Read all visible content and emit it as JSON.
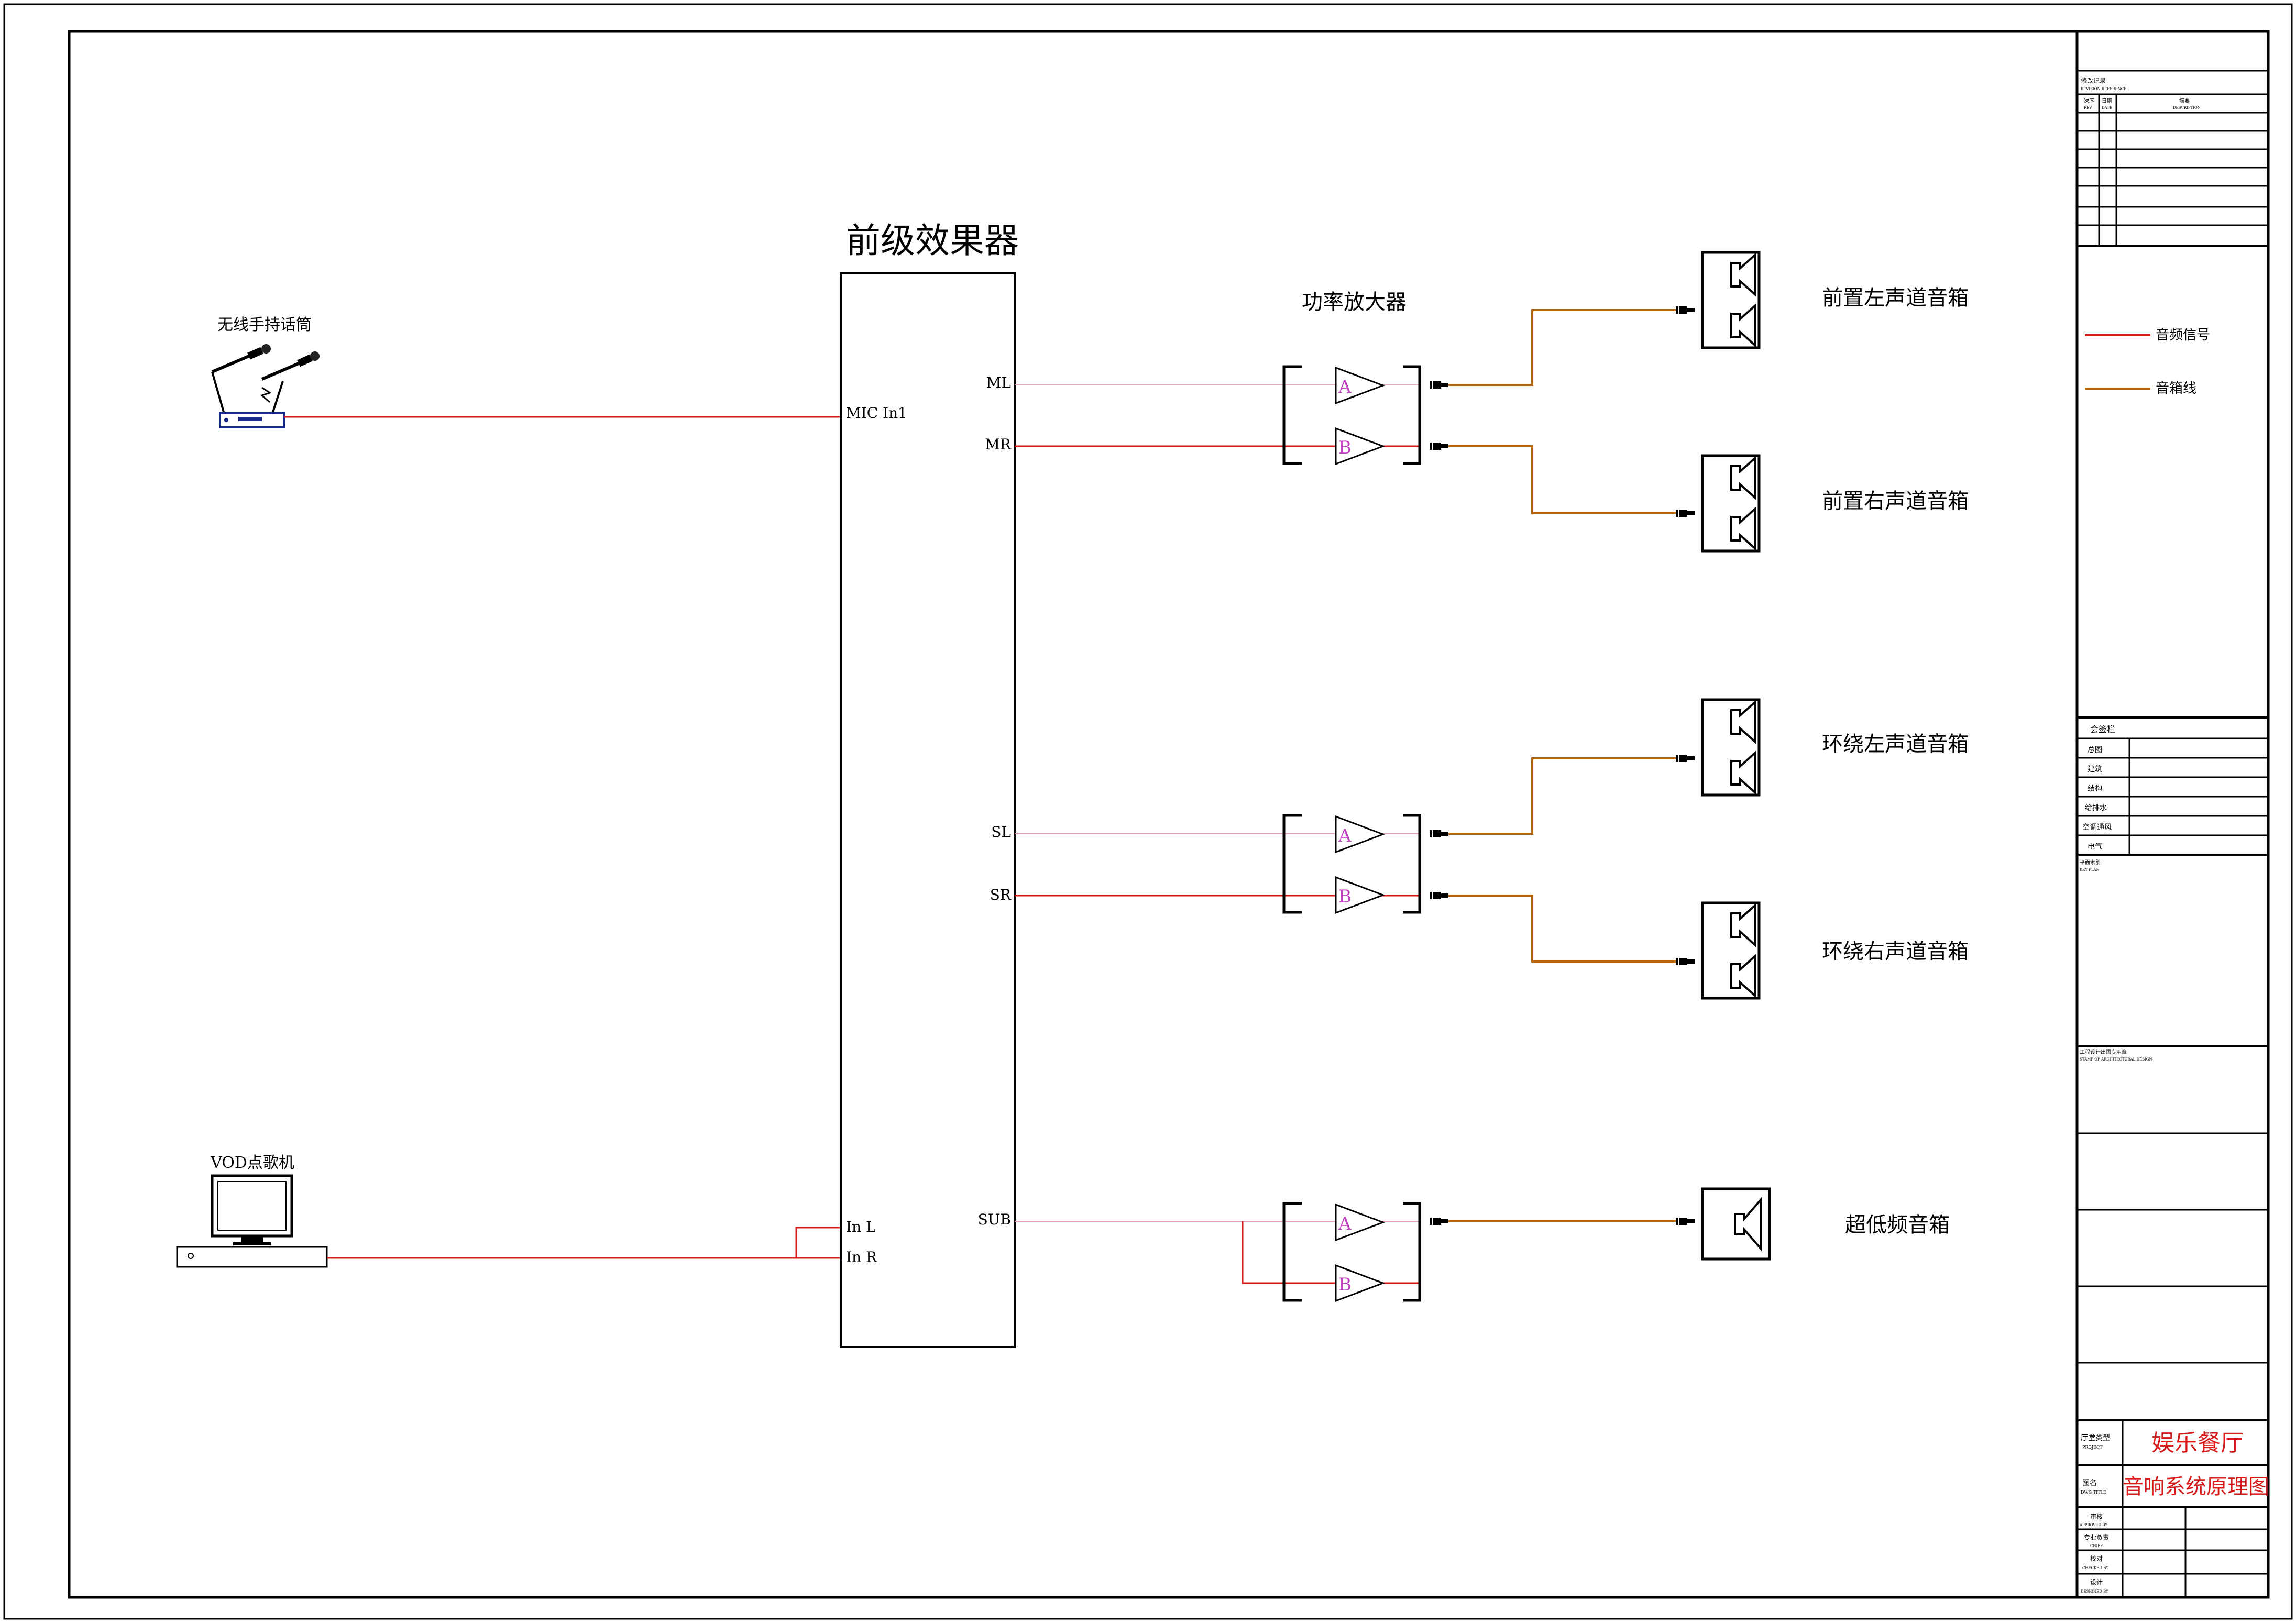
{
  "colors": {
    "audio_signal": "#d81b1b",
    "speaker_cable": "#b5670f",
    "thin_signal": "#e5a0b4",
    "line": "#000000",
    "title_red": "#d81b1b",
    "amp_label": "#c040c0"
  },
  "devices": {
    "mic": "无线手持话筒",
    "vod": "VOD点歌机",
    "preamp": "前级效果器",
    "amp": "功率放大器"
  },
  "preamp_ports": {
    "mic_in": "MIC In1",
    "in_l": "In L",
    "in_r": "In R",
    "ml": "ML",
    "mr": "MR",
    "sl": "SL",
    "sr": "SR",
    "sub": "SUB"
  },
  "amp_channels": {
    "a": "A",
    "b": "B"
  },
  "speakers": {
    "front_left": "前置左声道音箱",
    "front_right": "前置右声道音箱",
    "surround_left": "环绕左声道音箱",
    "surround_right": "环绕右声道音箱",
    "subwoofer": "超低频音箱"
  },
  "legend": {
    "audio_signal": "音频信号",
    "speaker_cable": "音箱线"
  },
  "title_block": {
    "revision_title": "修改记录",
    "revision_title_en": "REVISION REFERENCE",
    "rev_col": "次序",
    "rev_col_en": "REV",
    "date_col": "日期",
    "date_col_en": "DATE",
    "desc_col": "摘要",
    "desc_col_en": "DESCRIPTION",
    "countersign": "会签栏",
    "disciplines": [
      "总图",
      "建筑",
      "结构",
      "给排水",
      "空调通风",
      "电气"
    ],
    "key_plan": "平面索引",
    "key_plan_en": "KEY PLAN",
    "stamp": "工程设计出图专用章",
    "stamp_en": "STAMP OF ARCHITECTURAL DESIGN",
    "project_label": "厅堂类型",
    "project_label_en": "PROJECT",
    "project_name": "娱乐餐厅",
    "drawing_label": "图名",
    "drawing_label_en": "DWG TITLE",
    "drawing_name": "音响系统原理图",
    "approved": "审核",
    "approved_en": "APPROVED BY",
    "chief": "专业负责",
    "chief_en": "CHIEF",
    "checked": "校对",
    "checked_en": "CHECKED BY",
    "designed": "设计",
    "designed_en": "DESIGNED BY"
  }
}
